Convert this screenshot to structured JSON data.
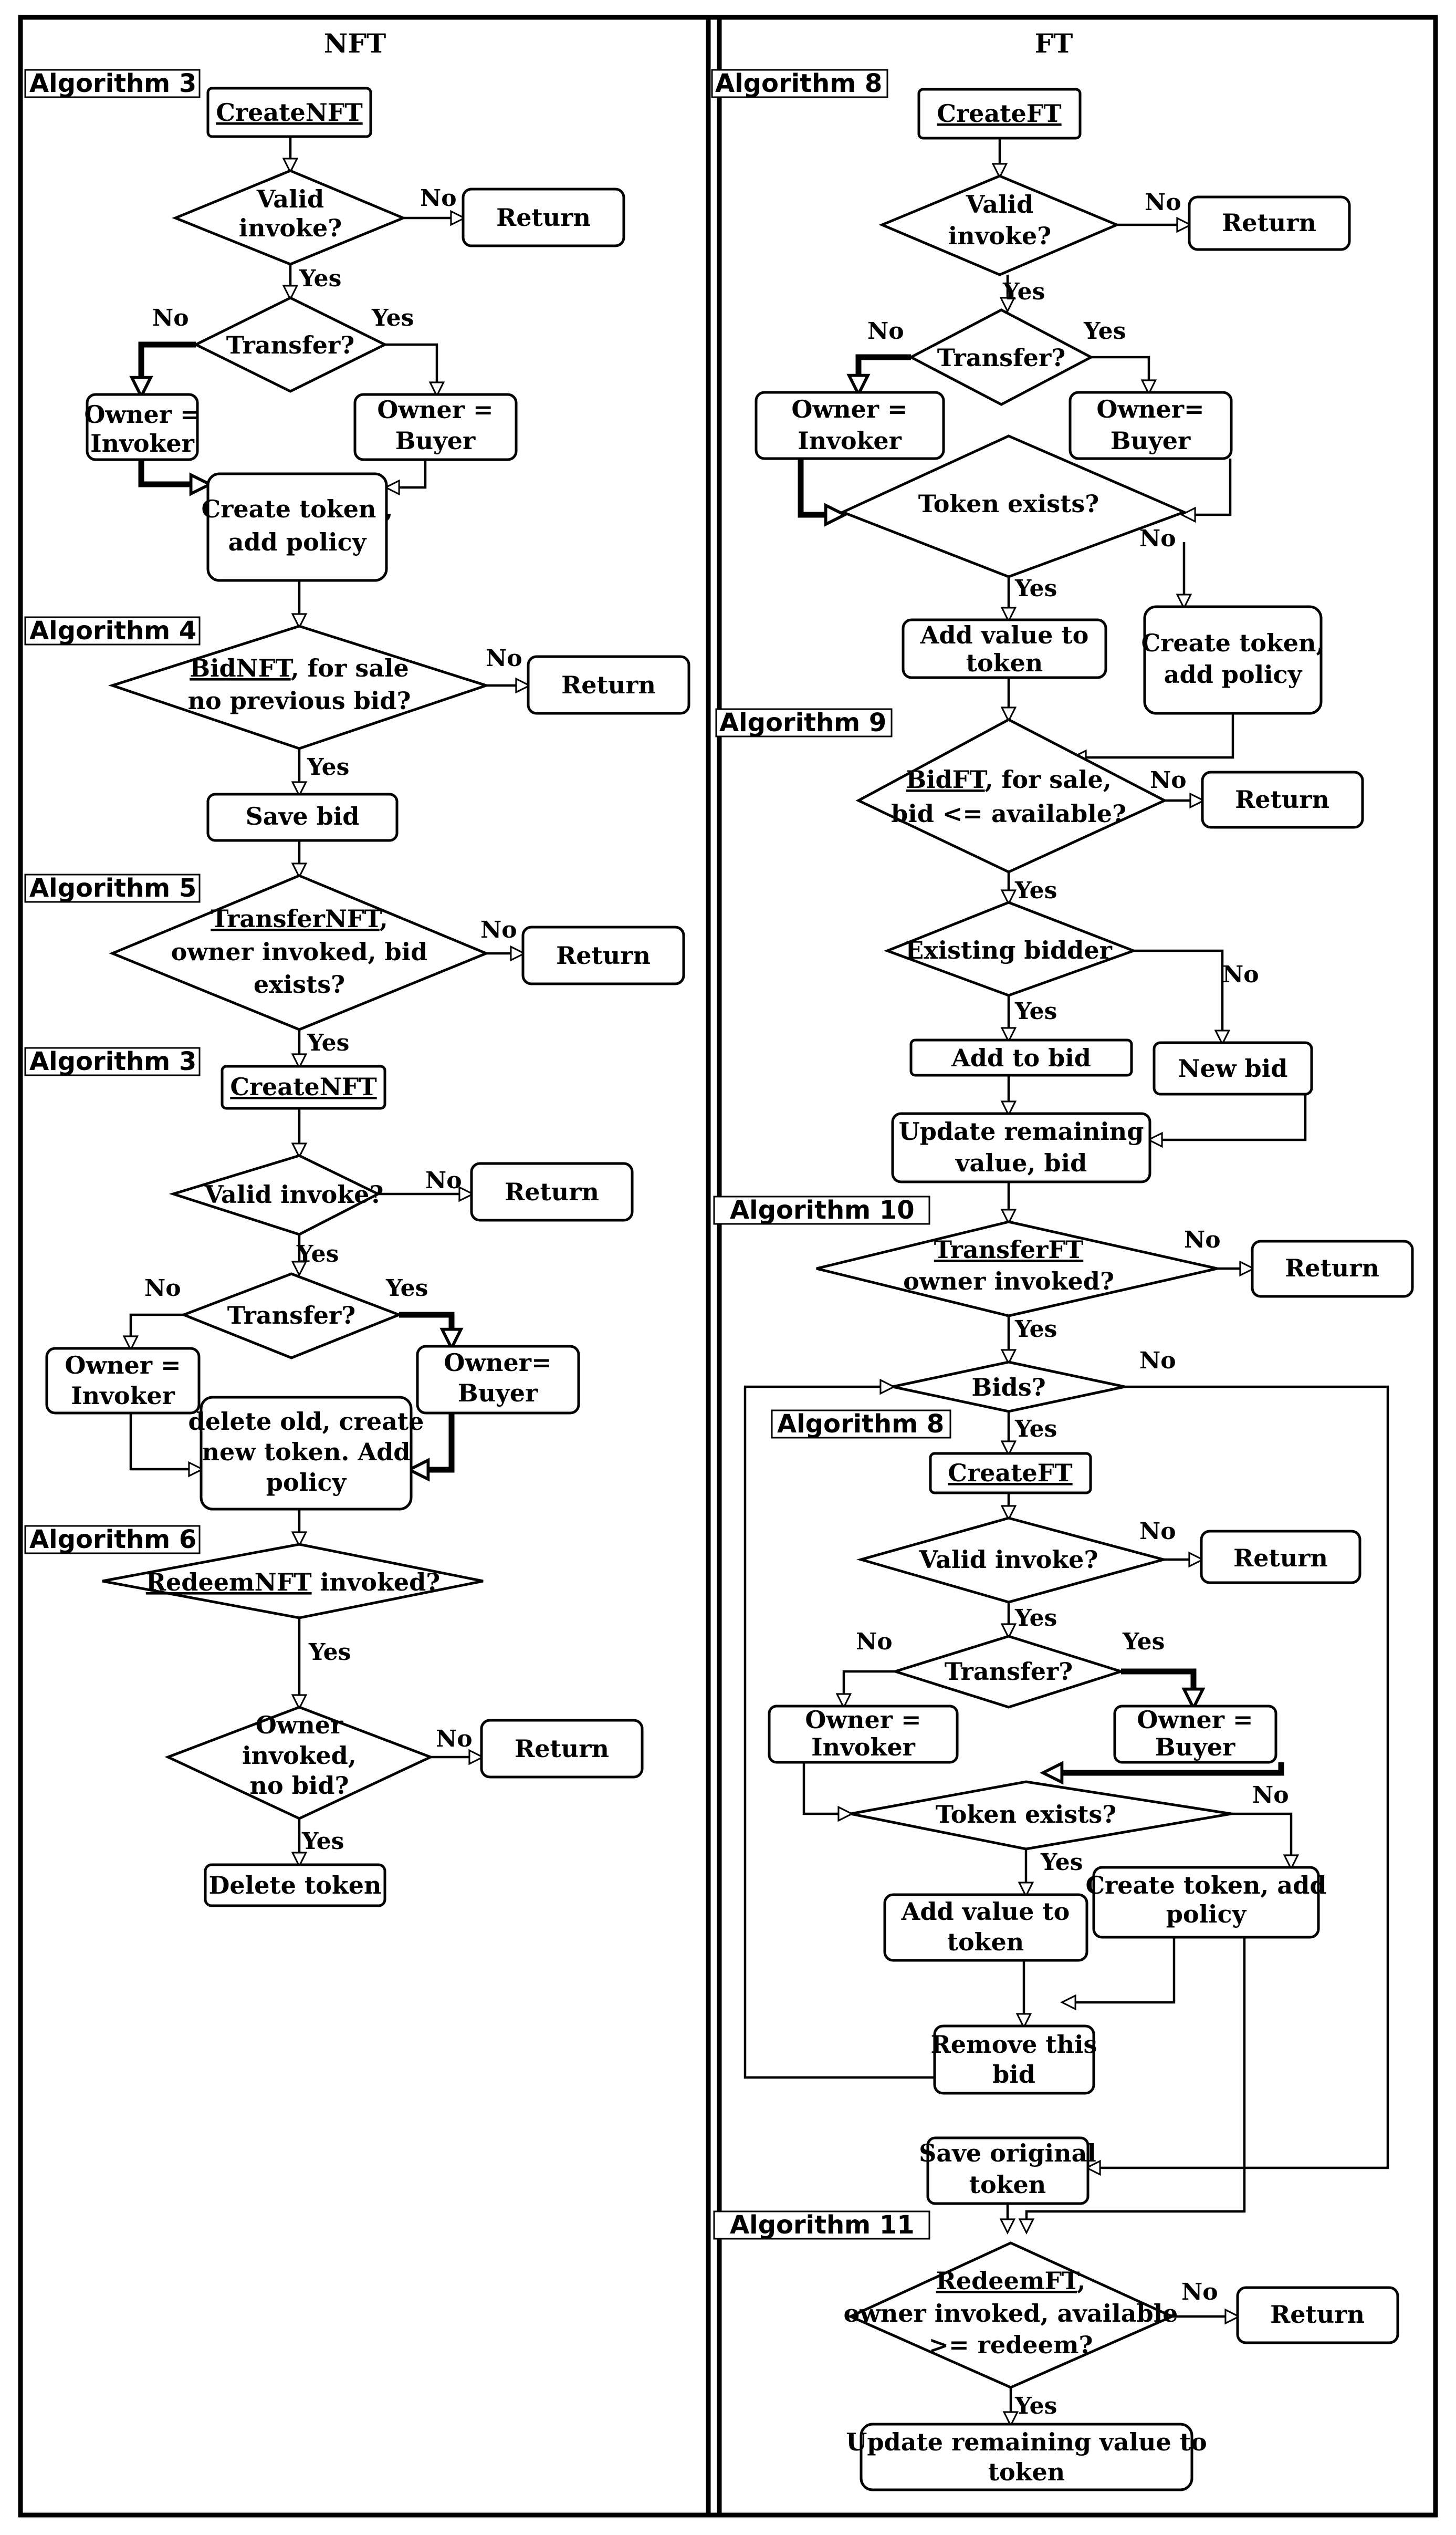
{
  "columns": {
    "nft": "NFT",
    "ft": "FT"
  },
  "algorithms": {
    "a3": "Algorithm 3",
    "a4": "Algorithm 4",
    "a5": "Algorithm 5",
    "a6": "Algorithm 6",
    "a8": "Algorithm 8",
    "a9": "Algorithm 9",
    "a10": "Algorithm 10",
    "a11": "Algorithm 11"
  },
  "labels": {
    "yes": "Yes",
    "no": "No"
  },
  "nft": {
    "create_nft": "CreateNFT",
    "valid_1": "Valid",
    "valid_2": "invoke?",
    "return": "Return",
    "transfer": "Transfer?",
    "owner_invoker_1": "Owner =",
    "owner_invoker_2": "Invoker",
    "owner_buyer_1": "Owner =",
    "owner_buyer_2": "Buyer",
    "create_token_1": "Create token ,",
    "create_token_2": "add policy",
    "bid_name": "BidNFT",
    "bid_1_rest": ", for sale",
    "bid_2": "no previous bid?",
    "save_bid": "Save bid",
    "transfer_name": "TransferNFT",
    "transfer_1_rest": ",",
    "transfer_2": "owner invoked, bid",
    "transfer_3": "exists?",
    "valid_invoke": "Valid invoke?",
    "owner_buyer2_1": "Owner=",
    "owner_buyer2_2": "Buyer",
    "delete_old_1": "delete old, create",
    "delete_old_2": "new token. Add",
    "delete_old_3": "policy",
    "redeem_name": "RedeemNFT",
    "redeem_rest": " invoked?",
    "owner_inv_1": "Owner",
    "owner_inv_2": "invoked,",
    "owner_inv_3": "no bid?",
    "delete_token": "Delete token"
  },
  "ft": {
    "create_ft": "CreateFT",
    "valid_1": "Valid",
    "valid_2": "invoke?",
    "return": "Return",
    "transfer": "Transfer?",
    "owner_invoker_1": "Owner =",
    "owner_invoker_2": "Invoker",
    "owner_buyer_1": "Owner=",
    "owner_buyer_2": "Buyer",
    "token_exists": "Token exists?",
    "add_value_1": "Add value to",
    "add_value_2": "token",
    "create_token_1": "Create token,",
    "create_token_2": "add policy",
    "bid_name": "BidFT",
    "bid_1_rest": ", for sale,",
    "bid_2": "bid <= available?",
    "existing_bidder": "Existing bidder",
    "add_to_bid": "Add to bid",
    "new_bid": "New bid",
    "update_remaining_1": "Update remaining",
    "update_remaining_2": "value, bid",
    "transfer_name": "TransferFT",
    "transfer_2": "owner invoked?",
    "bids": "Bids?",
    "valid_invoke": "Valid invoke?",
    "owner_invoker2_1": "Owner =",
    "owner_invoker2_2": "Invoker",
    "owner_buyer2_1": "Owner =",
    "owner_buyer2_2": "Buyer",
    "create_token_add_1": "Create token, add",
    "create_token_add_2": "policy",
    "remove_bid_1": "Remove this",
    "remove_bid_2": "bid",
    "save_original_1": "Save original",
    "save_original_2": "token",
    "redeem_name": "RedeemFT",
    "redeem_1_rest": ",",
    "redeem_2": "owner invoked, available",
    "redeem_3": ">= redeem?",
    "update_value_1": "Update remaining value to",
    "update_value_2": "token"
  }
}
